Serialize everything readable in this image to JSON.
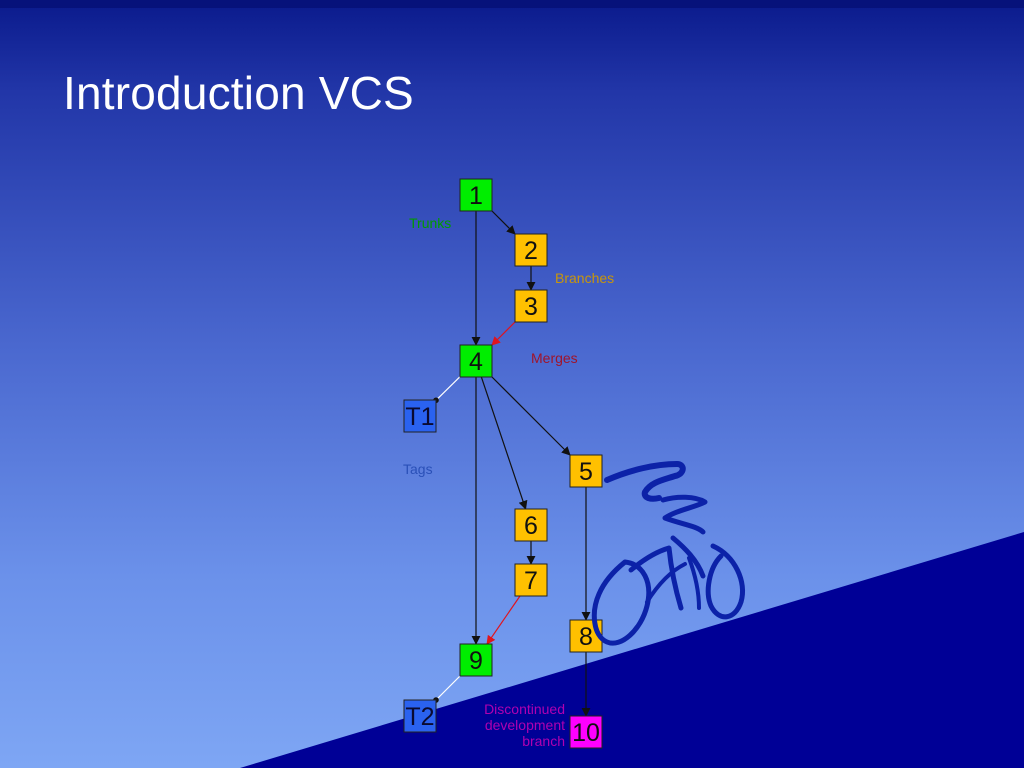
{
  "slide": {
    "title": "Introduction VCS"
  },
  "diagram": {
    "nodes": [
      {
        "id": "n1",
        "label": "1",
        "kind": "trunk"
      },
      {
        "id": "n2",
        "label": "2",
        "kind": "branch"
      },
      {
        "id": "n3",
        "label": "3",
        "kind": "branch"
      },
      {
        "id": "n4",
        "label": "4",
        "kind": "trunk"
      },
      {
        "id": "nT1",
        "label": "T1",
        "kind": "tag"
      },
      {
        "id": "n5",
        "label": "5",
        "kind": "branch"
      },
      {
        "id": "n6",
        "label": "6",
        "kind": "branch"
      },
      {
        "id": "n7",
        "label": "7",
        "kind": "branch"
      },
      {
        "id": "n8",
        "label": "8",
        "kind": "branch"
      },
      {
        "id": "n9",
        "label": "9",
        "kind": "trunk"
      },
      {
        "id": "nT2",
        "label": "T2",
        "kind": "tag"
      },
      {
        "id": "n10",
        "label": "10",
        "kind": "discontinued"
      }
    ],
    "edges": [
      {
        "from": "n1",
        "to": "n2",
        "type": "commit"
      },
      {
        "from": "n2",
        "to": "n3",
        "type": "commit"
      },
      {
        "from": "n1",
        "to": "n4",
        "type": "commit"
      },
      {
        "from": "n3",
        "to": "n4",
        "type": "merge"
      },
      {
        "from": "n4",
        "to": "nT1",
        "type": "tag"
      },
      {
        "from": "n4",
        "to": "n5",
        "type": "commit"
      },
      {
        "from": "n4",
        "to": "n6",
        "type": "commit"
      },
      {
        "from": "n6",
        "to": "n7",
        "type": "commit"
      },
      {
        "from": "n4",
        "to": "n9",
        "type": "commit"
      },
      {
        "from": "n7",
        "to": "n9",
        "type": "merge"
      },
      {
        "from": "n5",
        "to": "n8",
        "type": "commit"
      },
      {
        "from": "n8",
        "to": "n10",
        "type": "commit"
      },
      {
        "from": "n9",
        "to": "nT2",
        "type": "tag"
      }
    ],
    "labels": {
      "trunks": "Trunks",
      "branches": "Branches",
      "merges": "Merges",
      "tags": "Tags",
      "discontinued_line1": "Discontinued",
      "discontinued_line2": "development",
      "discontinued_line3": "branch"
    }
  },
  "colors": {
    "trunk": "#00ee00",
    "branch": "#ffc000",
    "tag": "#2a62f0",
    "discontinued": "#ff00ff",
    "trunks_label": "#009a00",
    "branches_label": "#c8960a",
    "merges_label": "#a0142a",
    "tags_label": "#2a50b8",
    "discontinued_label": "#b000b0",
    "merge_arrow": "#e0141e",
    "ramp": "#000096",
    "cyclist": "#0c22a8"
  },
  "decoration": {
    "icon": "cyclist-icon"
  }
}
